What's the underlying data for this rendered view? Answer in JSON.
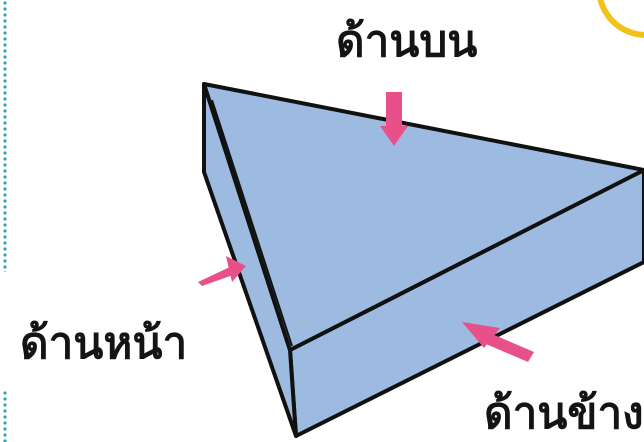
{
  "labels": {
    "top": "ด้านบน",
    "front": "ด้านหน้า",
    "side": "ด้านข้าง"
  },
  "colors": {
    "prism_fill": "#9dbbe0",
    "prism_edge": "#111111",
    "arrow": "#e8508a",
    "border_dots": "#2fa7b0",
    "badge": "#f2c21b"
  }
}
